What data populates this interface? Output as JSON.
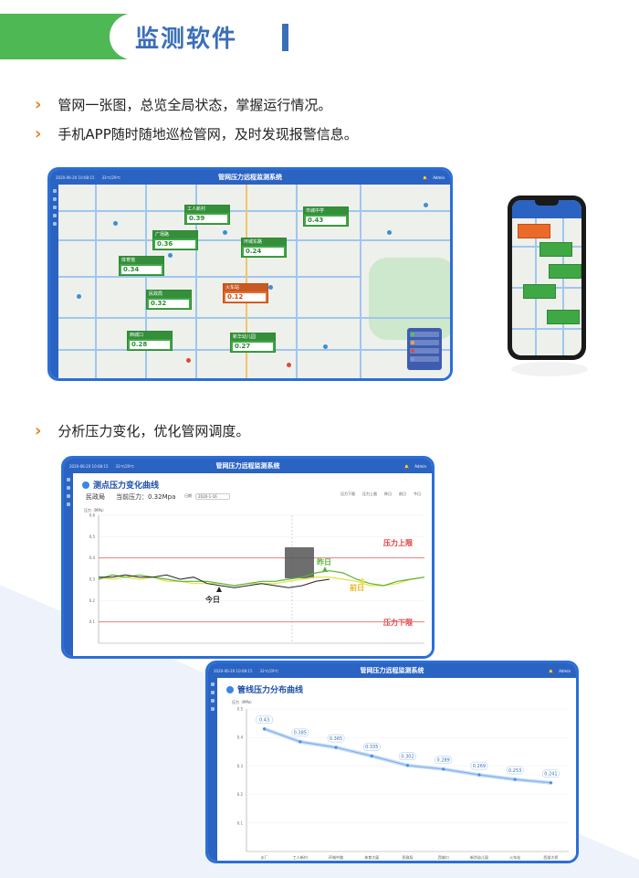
{
  "header": {
    "title": "监测软件"
  },
  "bullets": [
    "管网一张图，总览全局状态，掌握运行情况。",
    "手机APP随时随地巡检管网，及时发现报警信息。",
    "分析压力变化，优化管网调度。"
  ],
  "app": {
    "title": "管网压力远程监测系统",
    "user": "Admin",
    "status_left": "2020-06-20  10:08:15",
    "status_temp": "33℃/29℃"
  },
  "map_tags": [
    {
      "name": "工人新村",
      "value": "0.39",
      "status": "normal"
    },
    {
      "name": "市城中学",
      "value": "0.43",
      "status": "normal"
    },
    {
      "name": "广场路",
      "value": "0.36",
      "status": "normal"
    },
    {
      "name": "环城东路",
      "value": "0.24",
      "status": "normal"
    },
    {
      "name": "体育馆",
      "value": "0.34",
      "status": "normal"
    },
    {
      "name": "火车站",
      "value": "0.12",
      "status": "alarm"
    },
    {
      "name": "民政局",
      "value": "0.32",
      "status": "normal"
    },
    {
      "name": "西城口",
      "value": "0.28",
      "status": "normal"
    },
    {
      "name": "新华幼儿园",
      "value": "0.27",
      "status": "normal"
    }
  ],
  "map_legend": [
    "压力正常",
    "压力高于上限",
    "压力低于下限",
    "离线报警"
  ],
  "chart1": {
    "heading": "测点压力变化曲线",
    "station": "民政局",
    "current_pressure": "当前压力：0.32Mpa",
    "date_label": "日期",
    "date_value": "2020-1-16",
    "legend": [
      "压力下限",
      "压力上限",
      "昨日",
      "前日",
      "今日"
    ],
    "ylabel": "压力（MPa）",
    "annotation_upper": "压力上限",
    "annotation_lower": "压力下限",
    "label_today": "今日",
    "label_yesterday": "昨日",
    "label_daybefore": "前日"
  },
  "chart2": {
    "heading": "管线压力分布曲线",
    "ylabel": "压力（MPa）"
  },
  "chart_data": [
    {
      "type": "line",
      "title": "测点压力变化曲线",
      "ylabel": "压力（MPa）",
      "ylim": [
        0,
        0.6
      ],
      "y_ticks": [
        0.1,
        0.2,
        0.3,
        0.4,
        0.5,
        0.6
      ],
      "upper_limit": 0.4,
      "lower_limit": 0.1,
      "series": [
        {
          "name": "今日",
          "color": "#222222",
          "values": [
            0.31,
            0.31,
            0.32,
            0.31,
            0.31,
            0.32,
            0.3,
            0.31,
            0.28,
            0.27,
            0.26,
            0.27,
            0.28,
            0.27,
            0.26,
            0.27,
            0.29,
            0.3
          ]
        },
        {
          "name": "昨日",
          "color": "#56b43a",
          "values": [
            0.3,
            0.32,
            0.31,
            0.32,
            0.31,
            0.3,
            0.29,
            0.29,
            0.29,
            0.28,
            0.27,
            0.28,
            0.29,
            0.29,
            0.3,
            0.31,
            0.33,
            0.34,
            0.33,
            0.3,
            0.28,
            0.27,
            0.29,
            0.3,
            0.31
          ]
        },
        {
          "name": "前日",
          "color": "#e4e23a",
          "values": [
            0.31,
            0.3,
            0.31,
            0.3,
            0.31,
            0.29,
            0.29,
            0.28,
            0.28,
            0.28,
            0.27,
            0.28,
            0.28,
            0.28,
            0.29,
            0.3,
            0.31,
            0.31,
            0.3,
            0.29,
            0.27,
            0.27,
            0.28,
            0.3,
            0.31
          ]
        }
      ]
    },
    {
      "type": "line",
      "title": "管线压力分布曲线",
      "ylabel": "压力（MPa）",
      "ylim": [
        0,
        0.5
      ],
      "y_ticks": [
        0.1,
        0.2,
        0.3,
        0.4,
        0.5
      ],
      "categories": [
        "水厂",
        "工人新村",
        "环城中路",
        "体育大厦",
        "民政局",
        "西城口",
        "新华幼儿园",
        "火车站",
        "西部大桥"
      ],
      "values": [
        0.43,
        0.385,
        0.365,
        0.335,
        0.302,
        0.289,
        0.269,
        0.253,
        0.241
      ],
      "value_labels": [
        "0.43",
        "0.385",
        "0.365",
        "0.335",
        "0.302",
        "0.289",
        "0.269",
        "0.253",
        "0.241"
      ]
    }
  ]
}
